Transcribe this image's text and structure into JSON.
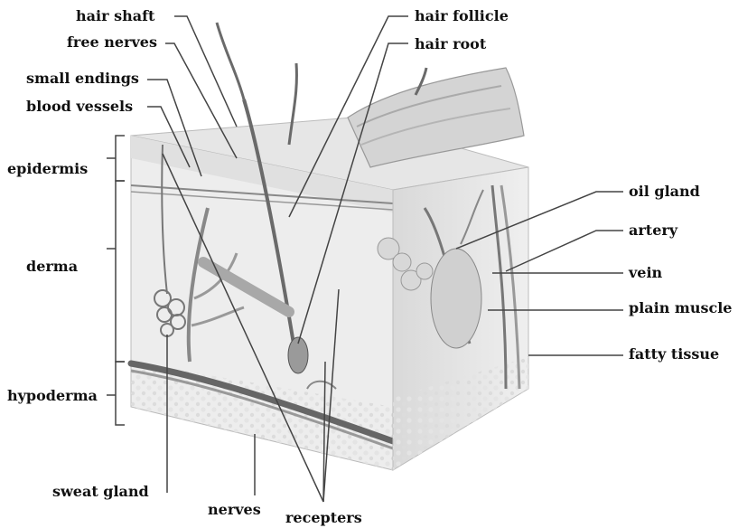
{
  "diagram": {
    "labels": {
      "hair_shaft": "hair shaft",
      "free_nerves": "free nerves",
      "small_endings": "small endings",
      "blood_vessels": "blood vessels",
      "epidermis": "epidermis",
      "derma": "derma",
      "hypoderma": "hypoderma",
      "sweat_gland": "sweat gland",
      "nerves": "nerves",
      "recepters": "recepters",
      "hair_follicle": "hair follicle",
      "hair_root": "hair root",
      "oil_gland": "oil gland",
      "artery": "artery",
      "vein": "vein",
      "plain_muscle": "plain muscle",
      "fatty_tissue": "fatty tissue"
    },
    "colors": {
      "background": "#ffffff",
      "leader": "#444444",
      "label": "#111111",
      "illustration_light": "#ececec",
      "illustration_mid": "#bdbdbd",
      "illustration_dark": "#555555"
    }
  }
}
